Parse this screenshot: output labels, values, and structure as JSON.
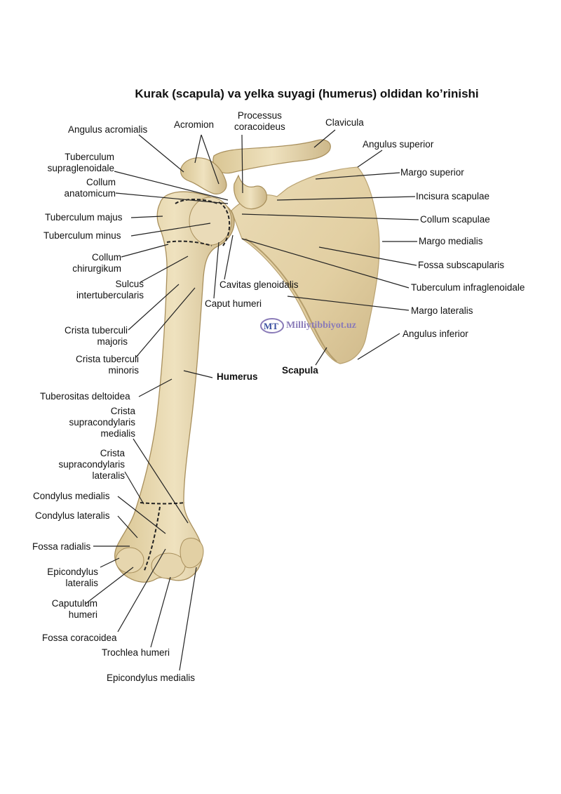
{
  "title": "Kurak (scapula) va yelka suyagi (humerus) oldidan koʼrinishi",
  "watermark": {
    "text": "Milliytibbiyot.uz",
    "logo_letters": "MT"
  },
  "colors": {
    "bone": "#e7d7b0",
    "bone_shadow": "#c9b485",
    "line": "#222222",
    "watermark": "#8a7bb8"
  },
  "labels": {
    "angulus_acromialis": "Angulus acromialis",
    "acromion": "Acromion",
    "processus_coracoideus": [
      "Processus",
      "coracoideus"
    ],
    "clavicula": "Clavicula",
    "angulus_superior": "Angulus superior",
    "tuberculum_supraglenoidale": [
      "Tuberculum",
      "supraglenoidale"
    ],
    "margo_superior": "Margo superior",
    "collum_anatomicum": [
      "Collum",
      "anatomicum"
    ],
    "incisura_scapulae": "Incisura scapulae",
    "tuberculum_majus": "Tuberculum majus",
    "collum_scapulae": "Collum scapulae",
    "tuberculum_minus": "Tuberculum minus",
    "margo_medialis": "Margo medialis",
    "collum_chirurgikum": [
      "Collum",
      "chirurgikum"
    ],
    "fossa_subscapularis": "Fossa subscapularis",
    "sulcus_intertubercularis": [
      "Sulcus",
      "intertubercularis"
    ],
    "cavitas_glenoidalis": "Cavitas glenoidalis",
    "tuberculum_infraglenoidale": "Tuberculum infraglenoidale",
    "caput_humeri": "Caput humeri",
    "margo_lateralis": "Margo lateralis",
    "crista_tuberculi_majoris": [
      "Crista tuberculi",
      "majoris"
    ],
    "angulus_inferior": "Angulus inferior",
    "crista_tuberculi_minoris": [
      "Crista tuberculi",
      "minoris"
    ],
    "scapula": "Scapula",
    "humerus": "Humerus",
    "tuberositas_deltoidea": "Tuberositas deltoidea",
    "crista_supracondylaris_medialis": [
      "Crista",
      "supracondylaris",
      "medialis"
    ],
    "crista_supracondylaris_lateralis": [
      "Crista",
      "supracondylaris",
      "lateralis"
    ],
    "condylus_medialis": "Condylus medialis",
    "condylus_lateralis": "Condylus lateralis",
    "fossa_radialis": "Fossa radialis",
    "epicondylus_lateralis": [
      "Epicondylus",
      "lateralis"
    ],
    "capitulum_humeri": [
      "Caputulum",
      "humeri"
    ],
    "fossa_coracoidea": "Fossa coracoidea",
    "trochlea_humeri": "Trochlea humeri",
    "epicondylus_medialis": "Epicondylus medialis"
  }
}
